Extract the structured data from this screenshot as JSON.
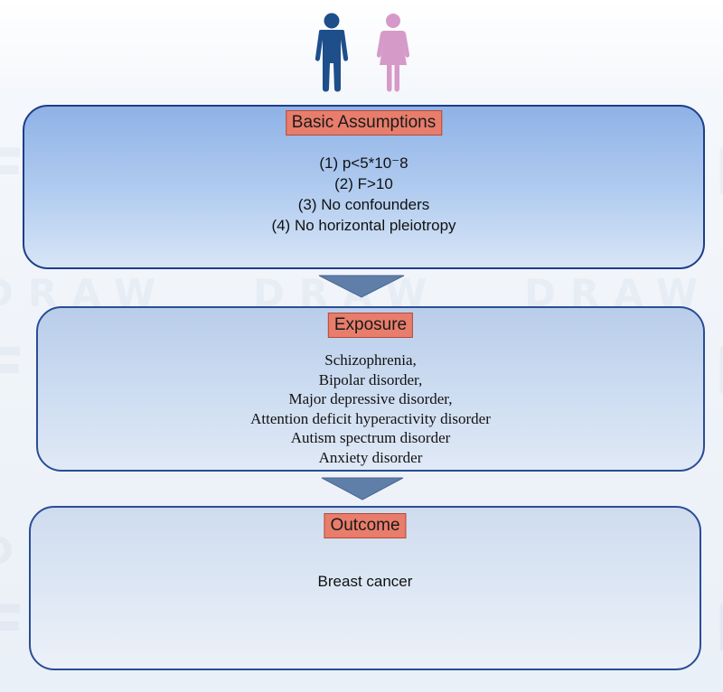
{
  "header": {
    "male_icon": "male-person-icon",
    "female_icon": "female-person-icon",
    "colors": {
      "male": "#1e4f8a",
      "female": "#d69ac8"
    }
  },
  "basic_assumptions": {
    "title": "Basic Assumptions",
    "items": [
      "(1) p<5*10⁻8",
      "(2) F>10",
      "(3) No confounders",
      "(4) No horizontal pleiotropy"
    ]
  },
  "exposure": {
    "title": "Exposure",
    "items": [
      "Schizophrenia,",
      "Bipolar disorder,",
      "Major depressive disorder,",
      "Attention deficit hyperactivity disorder",
      "Autism spectrum disorder",
      "Anxiety disorder"
    ]
  },
  "outcome": {
    "title": "Outcome",
    "text": "Breast cancer"
  },
  "watermark": {
    "big": "FIG",
    "small": "DRAW"
  },
  "colors": {
    "box_border": "#1f3d8a",
    "label_fill": "#e87d6c",
    "label_border": "#b24a3c",
    "arrow_fill": "#5f7ea8"
  }
}
